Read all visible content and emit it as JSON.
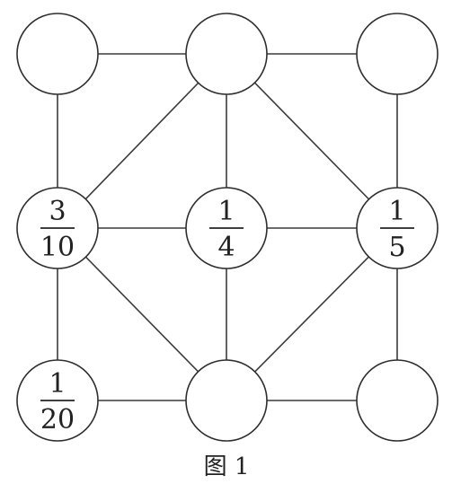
{
  "figure": {
    "caption": "图 1"
  },
  "nodes": [
    {
      "id": "top-left",
      "numerator": "",
      "denominator": ""
    },
    {
      "id": "top-middle",
      "numerator": "",
      "denominator": ""
    },
    {
      "id": "top-right",
      "numerator": "",
      "denominator": ""
    },
    {
      "id": "middle-left",
      "numerator": "3",
      "denominator": "10"
    },
    {
      "id": "center",
      "numerator": "1",
      "denominator": "4"
    },
    {
      "id": "middle-right",
      "numerator": "1",
      "denominator": "5"
    },
    {
      "id": "bottom-left",
      "numerator": "1",
      "denominator": "20"
    },
    {
      "id": "bottom-middle",
      "numerator": "",
      "denominator": ""
    },
    {
      "id": "bottom-right",
      "numerator": "",
      "denominator": ""
    }
  ],
  "edges": [
    [
      "top-left",
      "top-middle"
    ],
    [
      "top-middle",
      "top-right"
    ],
    [
      "top-left",
      "middle-left"
    ],
    [
      "top-middle",
      "middle-left"
    ],
    [
      "top-middle",
      "center"
    ],
    [
      "top-middle",
      "middle-right"
    ],
    [
      "top-right",
      "middle-right"
    ],
    [
      "middle-left",
      "center"
    ],
    [
      "center",
      "middle-right"
    ],
    [
      "middle-left",
      "bottom-left"
    ],
    [
      "middle-left",
      "bottom-middle"
    ],
    [
      "center",
      "bottom-middle"
    ],
    [
      "middle-right",
      "bottom-middle"
    ],
    [
      "middle-right",
      "bottom-right"
    ],
    [
      "bottom-left",
      "bottom-middle"
    ],
    [
      "bottom-middle",
      "bottom-right"
    ]
  ]
}
